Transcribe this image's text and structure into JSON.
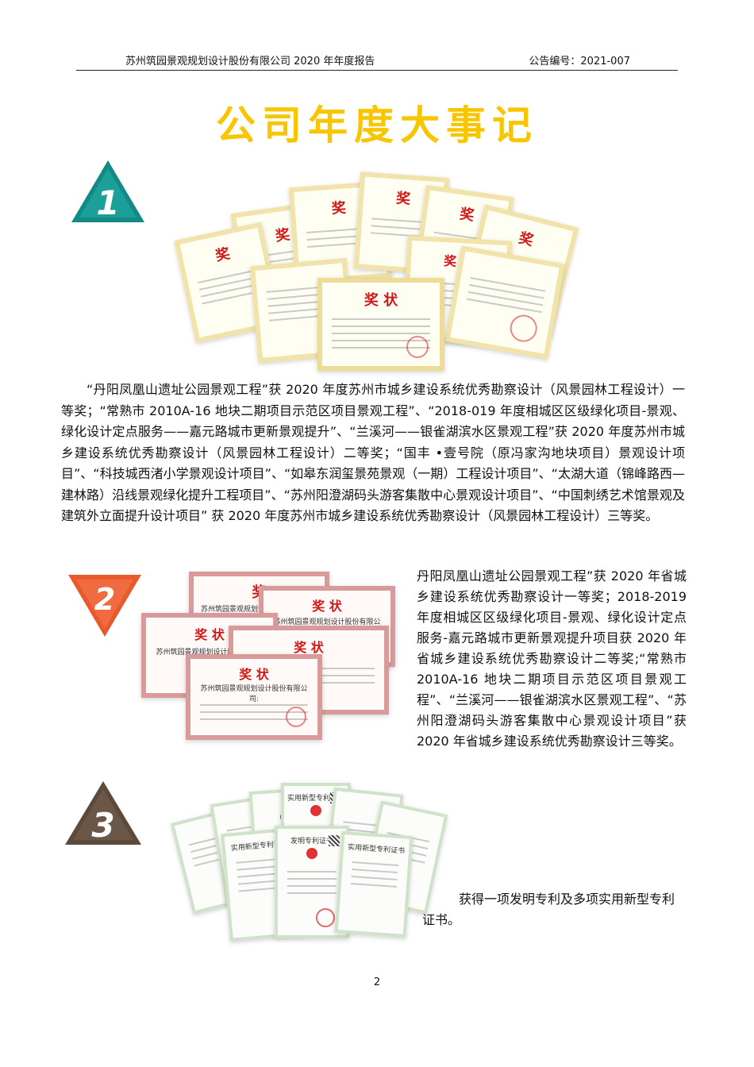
{
  "header": {
    "company_report": "苏州筑园景观规划设计股份有限公司 2020 年年度报告",
    "announcement_no": "公告编号：2021-007"
  },
  "title": "公司年度大事记",
  "badges": {
    "b1": "1",
    "b2": "2",
    "b3": "3"
  },
  "certificates": {
    "award_word": "奖",
    "award_word_full": "奖 状",
    "company_name": "苏州筑园景观规划设计股份有限公司:",
    "utility_patent_title": "实用新型专利证书",
    "invention_patent_title": "发明专利证书"
  },
  "section1": {
    "text": "“丹阳凤凰山遗址公园景观工程”获 2020 年度苏州市城乡建设系统优秀勘察设计（风景园林工程设计）一等奖；“常熟市 2010A-16 地块二期项目示范区项目景观工程”、“2018-019 年度相城区区级绿化项目-景观、绿化设计定点服务——嘉元路城市更新景观提升”、“兰溪河——银雀湖滨水区景观工程”获 2020 年度苏州市城乡建设系统优秀勘察设计（风景园林工程设计）二等奖；“国丰 •壹号院（原冯家沟地块项目）景观设计项目”、“科技城西渚小学景观设计项目”、“如皋东润玺景苑景观（一期）工程设计项目”、“太湖大道（锦峰路西—建林路）沿线景观绿化提升工程项目”、“苏州阳澄湖码头游客集散中心景观设计项目”、“中国刺绣艺术馆景观及建筑外立面提升设计项目”  获 2020 年度苏州市城乡建设系统优秀勘察设计（风景园林工程设计）三等奖。"
  },
  "section2": {
    "text": "丹阳凤凰山遗址公园景观工程”获 2020 年省城乡建设系统优秀勘察设计一等奖；2018-2019 年度相城区区级绿化项目-景观、绿化设计定点服务-嘉元路城市更新景观提升项目获 2020 年省城乡建设系统优秀勘察设计二等奖;“常熟市 2010A-16 地块二期项目示范区项目景观工程”、“兰溪河——银雀湖滨水区景观工程”、“苏州阳澄湖码头游客集散中心景观设计项目”获 2020 年省城乡建设系统优秀勘察设计三等奖。"
  },
  "section3": {
    "text": "获得一项发明专利及多项实用新型专利证书。"
  },
  "page_number": "2",
  "colors": {
    "title_yellow": "#f7c600",
    "badge1": "#138a86",
    "badge2": "#e8592c",
    "badge3": "#5c4a3a"
  }
}
